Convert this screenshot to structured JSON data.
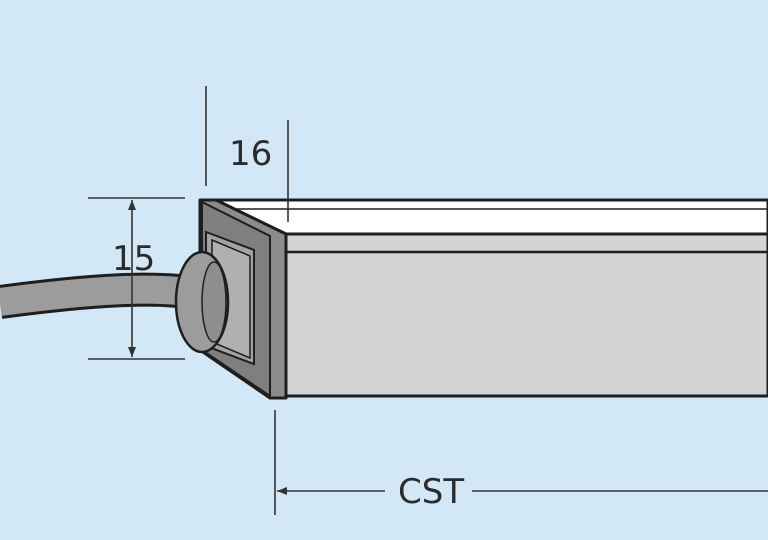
{
  "dimensions": {
    "depth_label": "16",
    "height_label": "15",
    "length_label": "CST"
  },
  "colors": {
    "background": "#d3e8f6",
    "profile_top": "#ffffff",
    "profile_side": "#d4d4d4",
    "end_cap": "#8c8c8c",
    "cable": "#9c9c9c"
  }
}
